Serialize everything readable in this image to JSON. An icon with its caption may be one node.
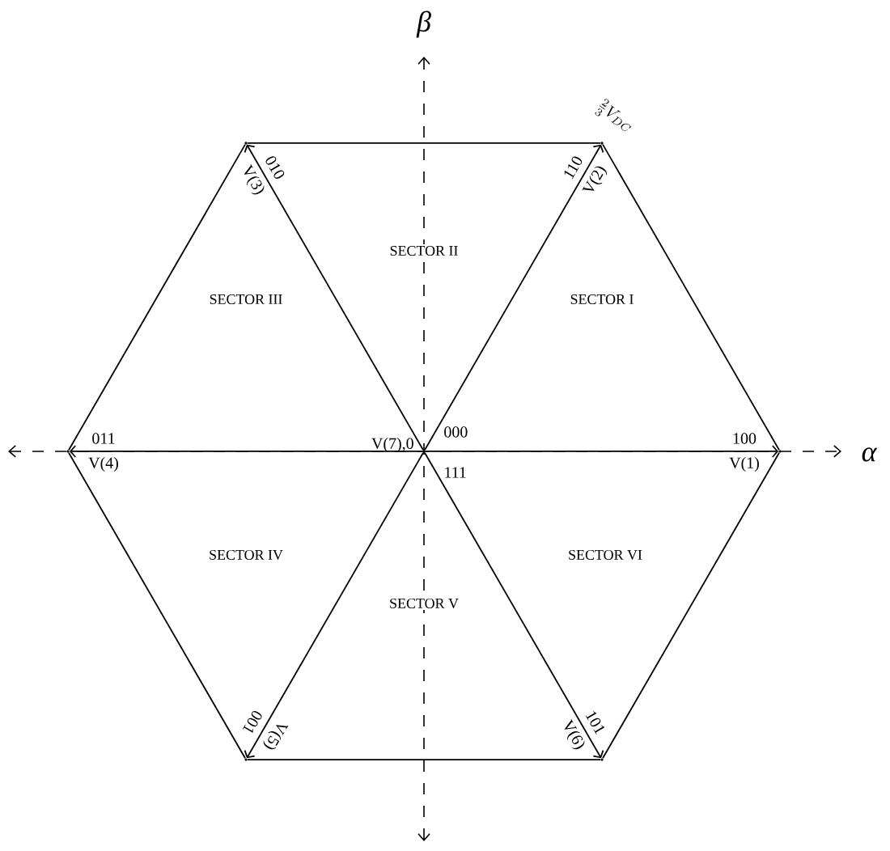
{
  "diagram": {
    "nodes": [
      {
        "text": [],
        "shape": "point",
        "beside": [
          "V(7),0",
          "000",
          "111"
        ]
      },
      {
        "text": [],
        "shape": "point",
        "beside": [
          "100",
          "V(1)"
        ]
      },
      {
        "text": [],
        "shape": "point",
        "beside": [
          "110",
          "V(2)"
        ]
      },
      {
        "text": [],
        "shape": "point",
        "beside": [
          "010",
          "V(3)"
        ]
      },
      {
        "text": [],
        "shape": "point",
        "beside": [
          "011",
          "V(4)"
        ]
      },
      {
        "text": [],
        "shape": "point",
        "beside": [
          "001",
          "V(5)"
        ]
      },
      {
        "text": [],
        "shape": "point",
        "beside": [
          "101",
          "V(6)"
        ]
      }
    ],
    "edges": [
      {
        "from": 0,
        "to": 1,
        "arrow": "to"
      },
      {
        "from": 0,
        "to": 2,
        "arrow": "to"
      },
      {
        "from": 0,
        "to": 3,
        "arrow": "to"
      },
      {
        "from": 0,
        "to": 4,
        "arrow": "to"
      },
      {
        "from": 0,
        "to": 5,
        "arrow": "to"
      },
      {
        "from": 0,
        "to": 6,
        "arrow": "to"
      },
      {
        "from": 1,
        "to": 2,
        "arrow": "none"
      },
      {
        "from": 2,
        "to": 3,
        "arrow": "none"
      },
      {
        "from": 3,
        "to": 4,
        "arrow": "none"
      },
      {
        "from": 4,
        "to": 5,
        "arrow": "none"
      },
      {
        "from": 5,
        "to": 6,
        "arrow": "none"
      },
      {
        "from": 6,
        "to": 1,
        "arrow": "none"
      }
    ],
    "labels": [
      "β",
      "α",
      "\\frac{2}{3}V_{DC}",
      "SECTOR I",
      "SECTOR II",
      "SECTOR III",
      "SECTOR IV",
      "SECTOR V",
      "SECTOR VI"
    ]
  }
}
